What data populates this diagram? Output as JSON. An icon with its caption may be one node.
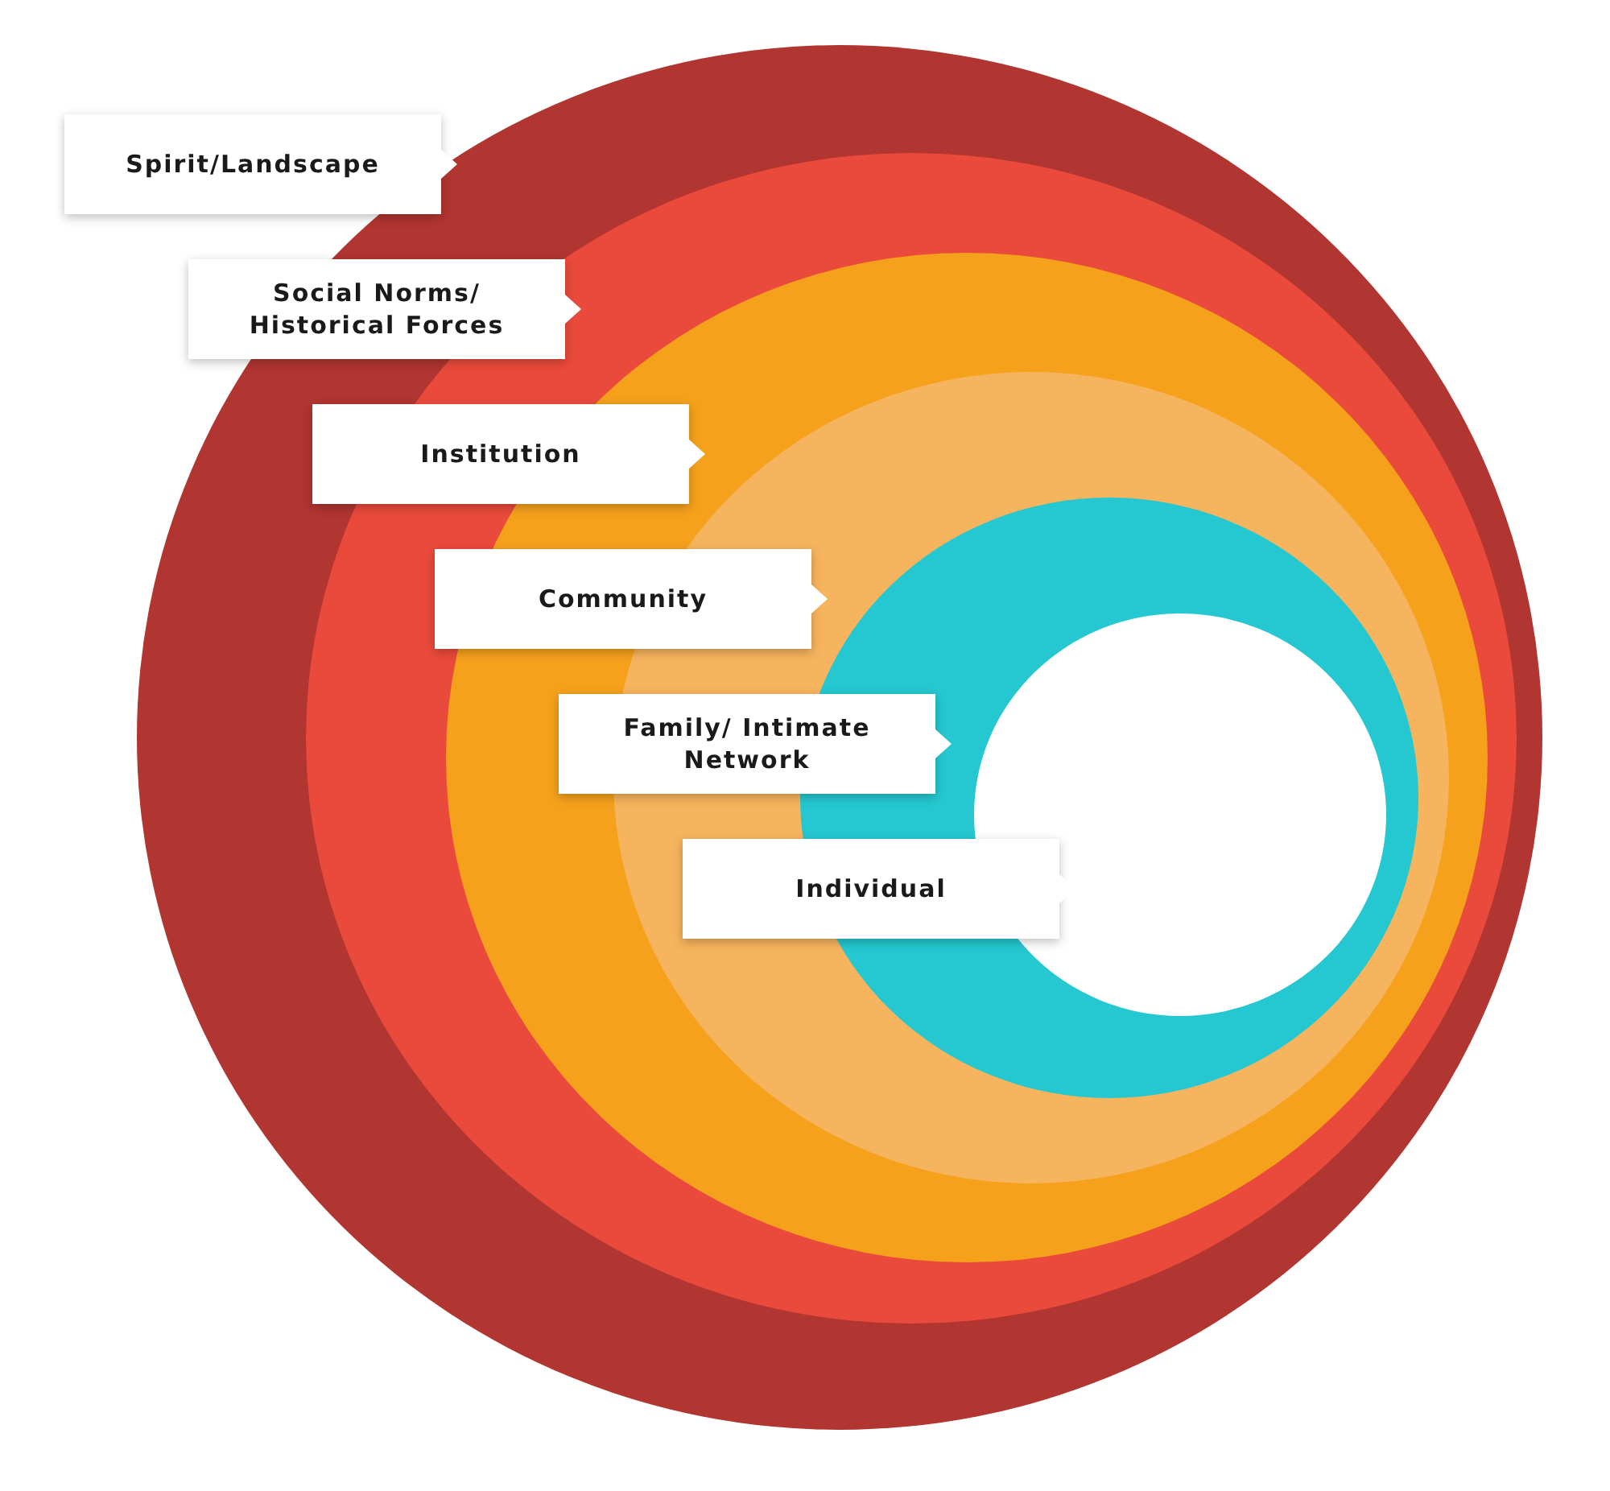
{
  "diagram": {
    "nodes": [
      {
        "text": [
          "Spirit/Landscape"
        ]
      },
      {
        "text": [
          "Social Norms/ Historical Forces"
        ],
        "in": 0
      },
      {
        "text": [
          "Institution"
        ],
        "in": 1
      },
      {
        "text": [
          "Community"
        ],
        "in": 2
      },
      {
        "text": [
          "Family/ Intimate Network"
        ],
        "in": 3
      },
      {
        "text": [
          "Individual"
        ],
        "in": 4
      }
    ]
  }
}
